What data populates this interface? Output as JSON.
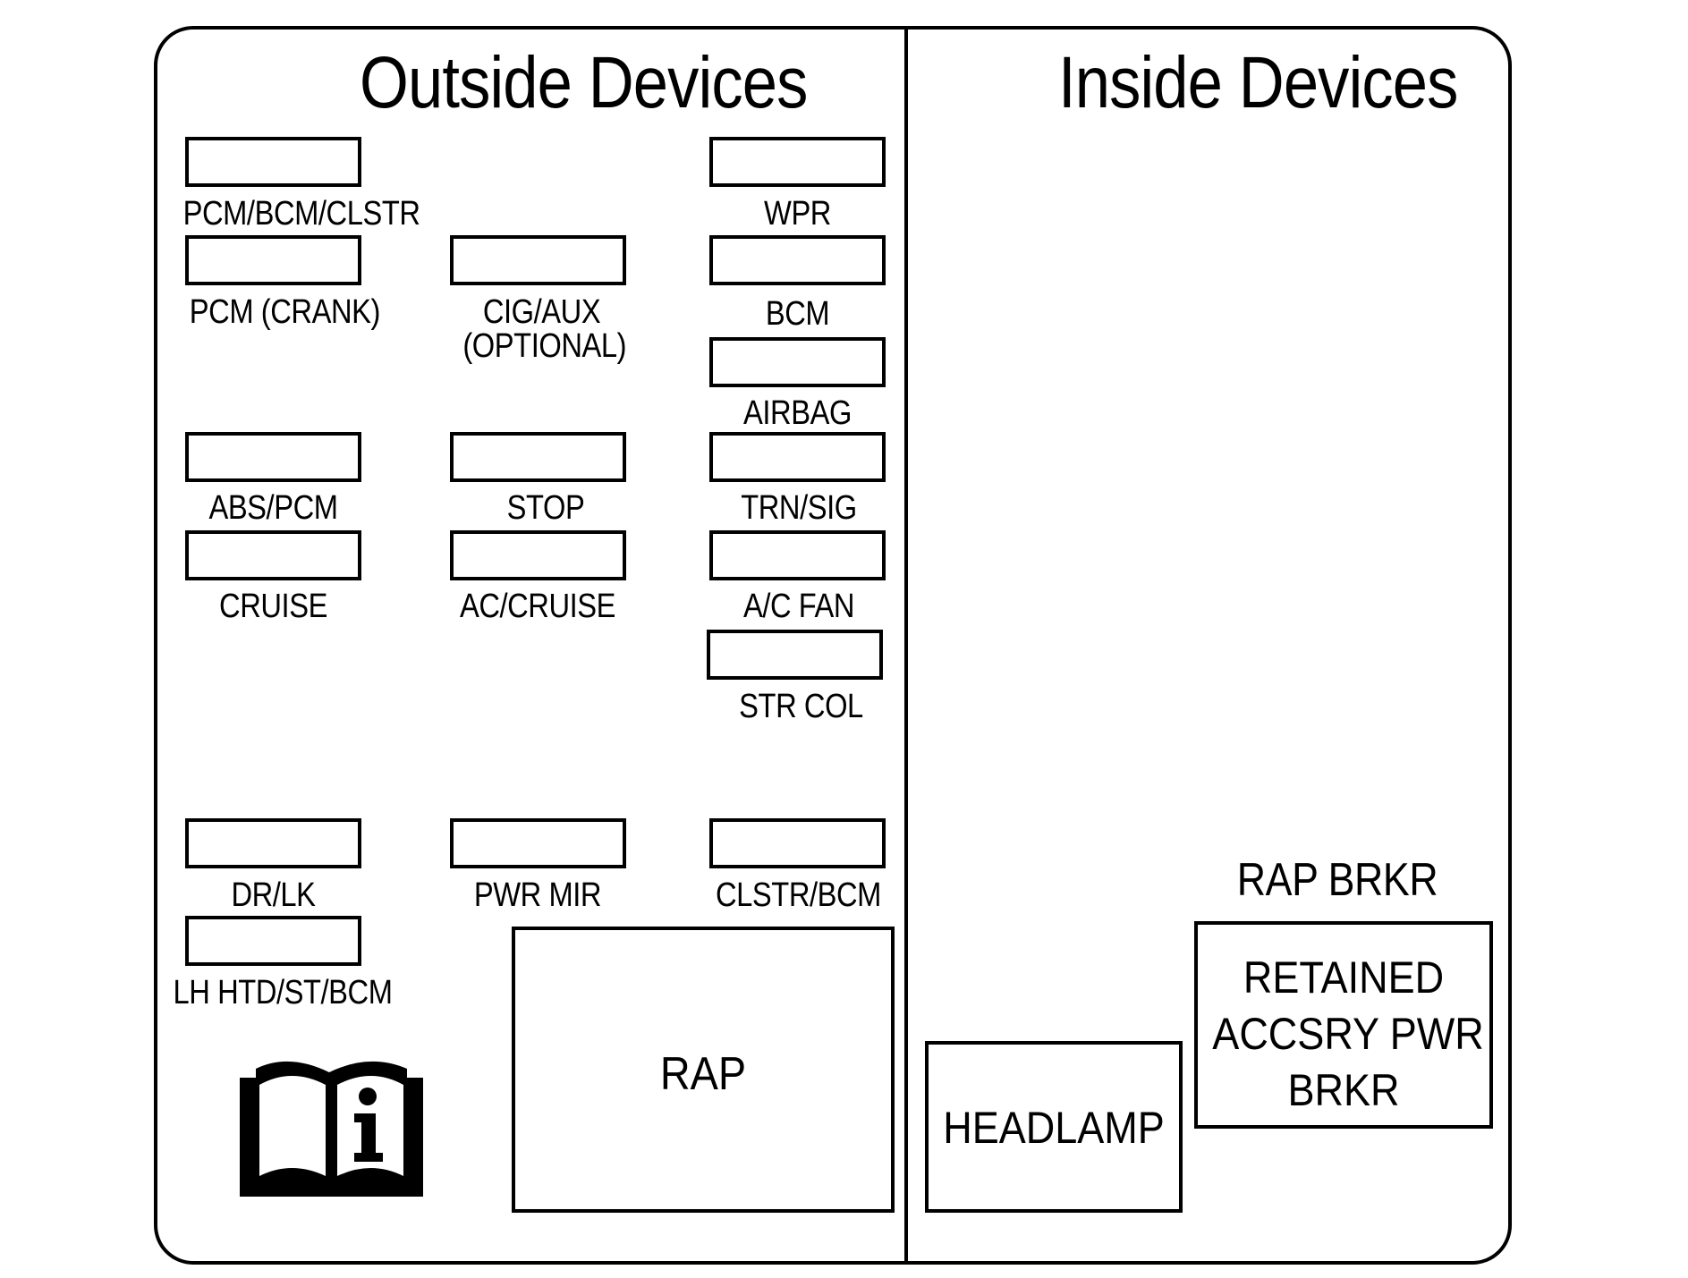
{
  "sections": {
    "outside_title": "Outside Devices",
    "inside_title": "Inside Devices"
  },
  "fuses": {
    "pcm_bcm_clstr": "PCM/BCM/CLSTR",
    "wpr": "WPR",
    "pcm_crank": "PCM (CRANK)",
    "cig_aux_line1": "CIG/AUX",
    "cig_aux_line2": "(OPTIONAL)",
    "bcm": "BCM",
    "airbag": "AIRBAG",
    "abs_pcm": "ABS/PCM",
    "stop": "STOP",
    "trn_sig": "TRN/SIG",
    "cruise": "CRUISE",
    "ac_cruise": "AC/CRUISE",
    "ac_fan": "A/C FAN",
    "str_col": "STR COL",
    "dr_lk": "DR/LK",
    "pwr_mir": "PWR MIR",
    "clstr_bcm": "CLSTR/BCM",
    "lh_htd_st_bcm": "LH HTD/ST/BCM"
  },
  "relays": {
    "rap": "RAP",
    "headlamp": "HEADLAMP",
    "rap_brkr_title": "RAP BRKR",
    "retained_line1": "RETAINED",
    "retained_line2": "ACCSRY PWR",
    "retained_line3": "BRKR"
  },
  "icons": {
    "owner_manual": "book-info-icon"
  }
}
